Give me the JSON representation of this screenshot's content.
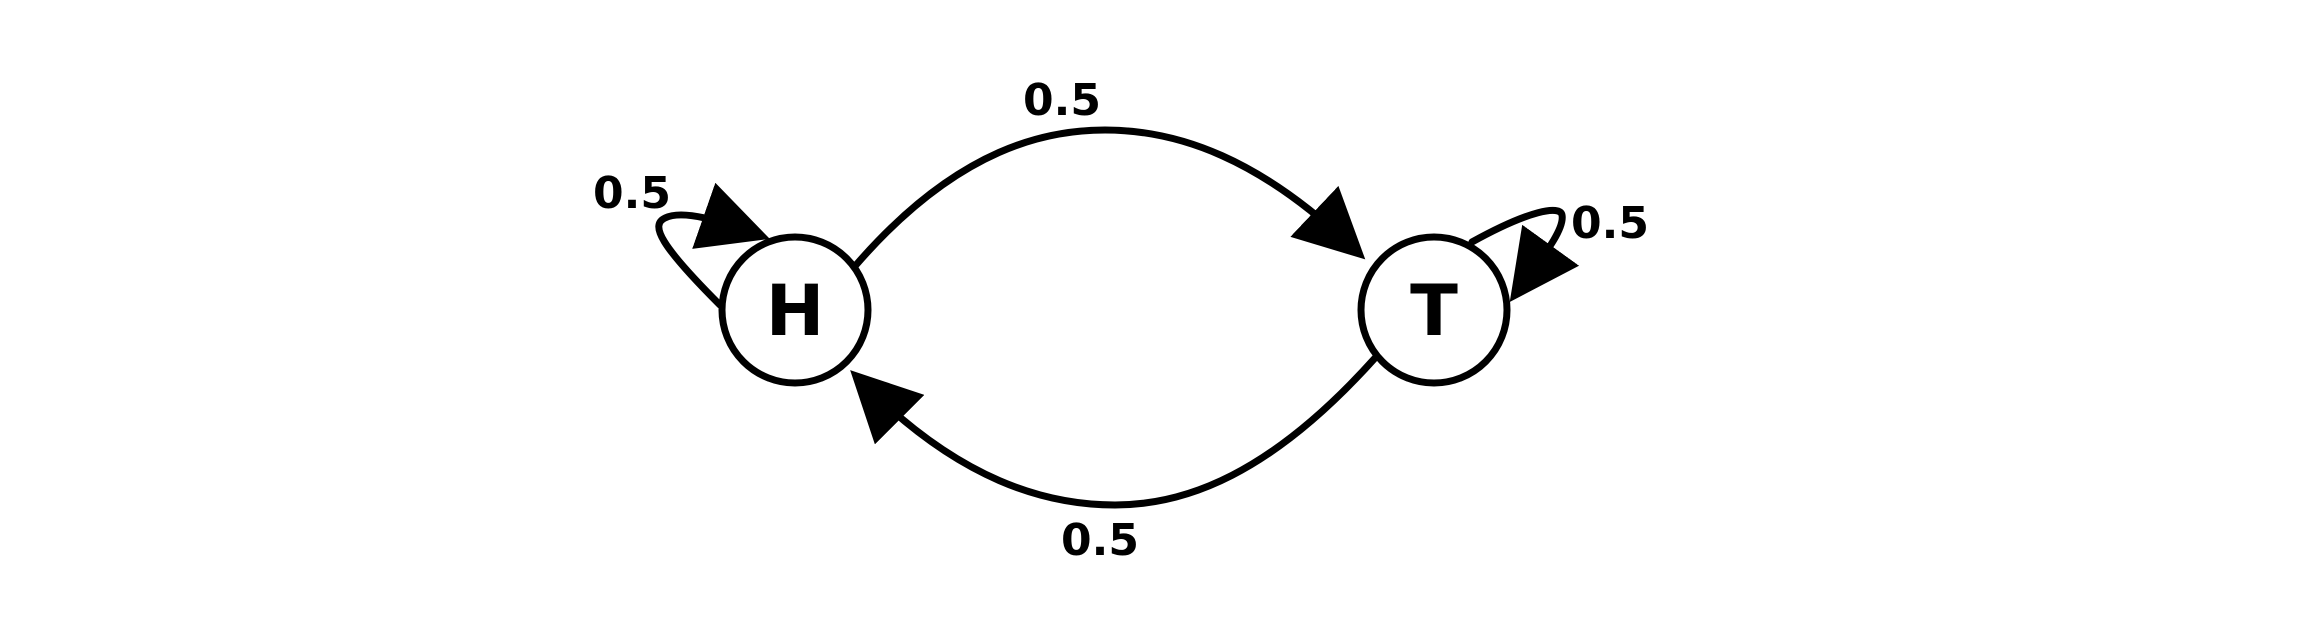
{
  "diagram": {
    "type": "state-transition",
    "states": [
      {
        "id": "H",
        "label": "H"
      },
      {
        "id": "T",
        "label": "T"
      }
    ],
    "transitions": [
      {
        "from": "H",
        "to": "T",
        "label": "0.5"
      },
      {
        "from": "T",
        "to": "H",
        "label": "0.5"
      },
      {
        "from": "H",
        "to": "H",
        "label": "0.5"
      },
      {
        "from": "T",
        "to": "T",
        "label": "0.5"
      }
    ],
    "colors": {
      "ink": "#000000",
      "background": "#ffffff"
    }
  }
}
